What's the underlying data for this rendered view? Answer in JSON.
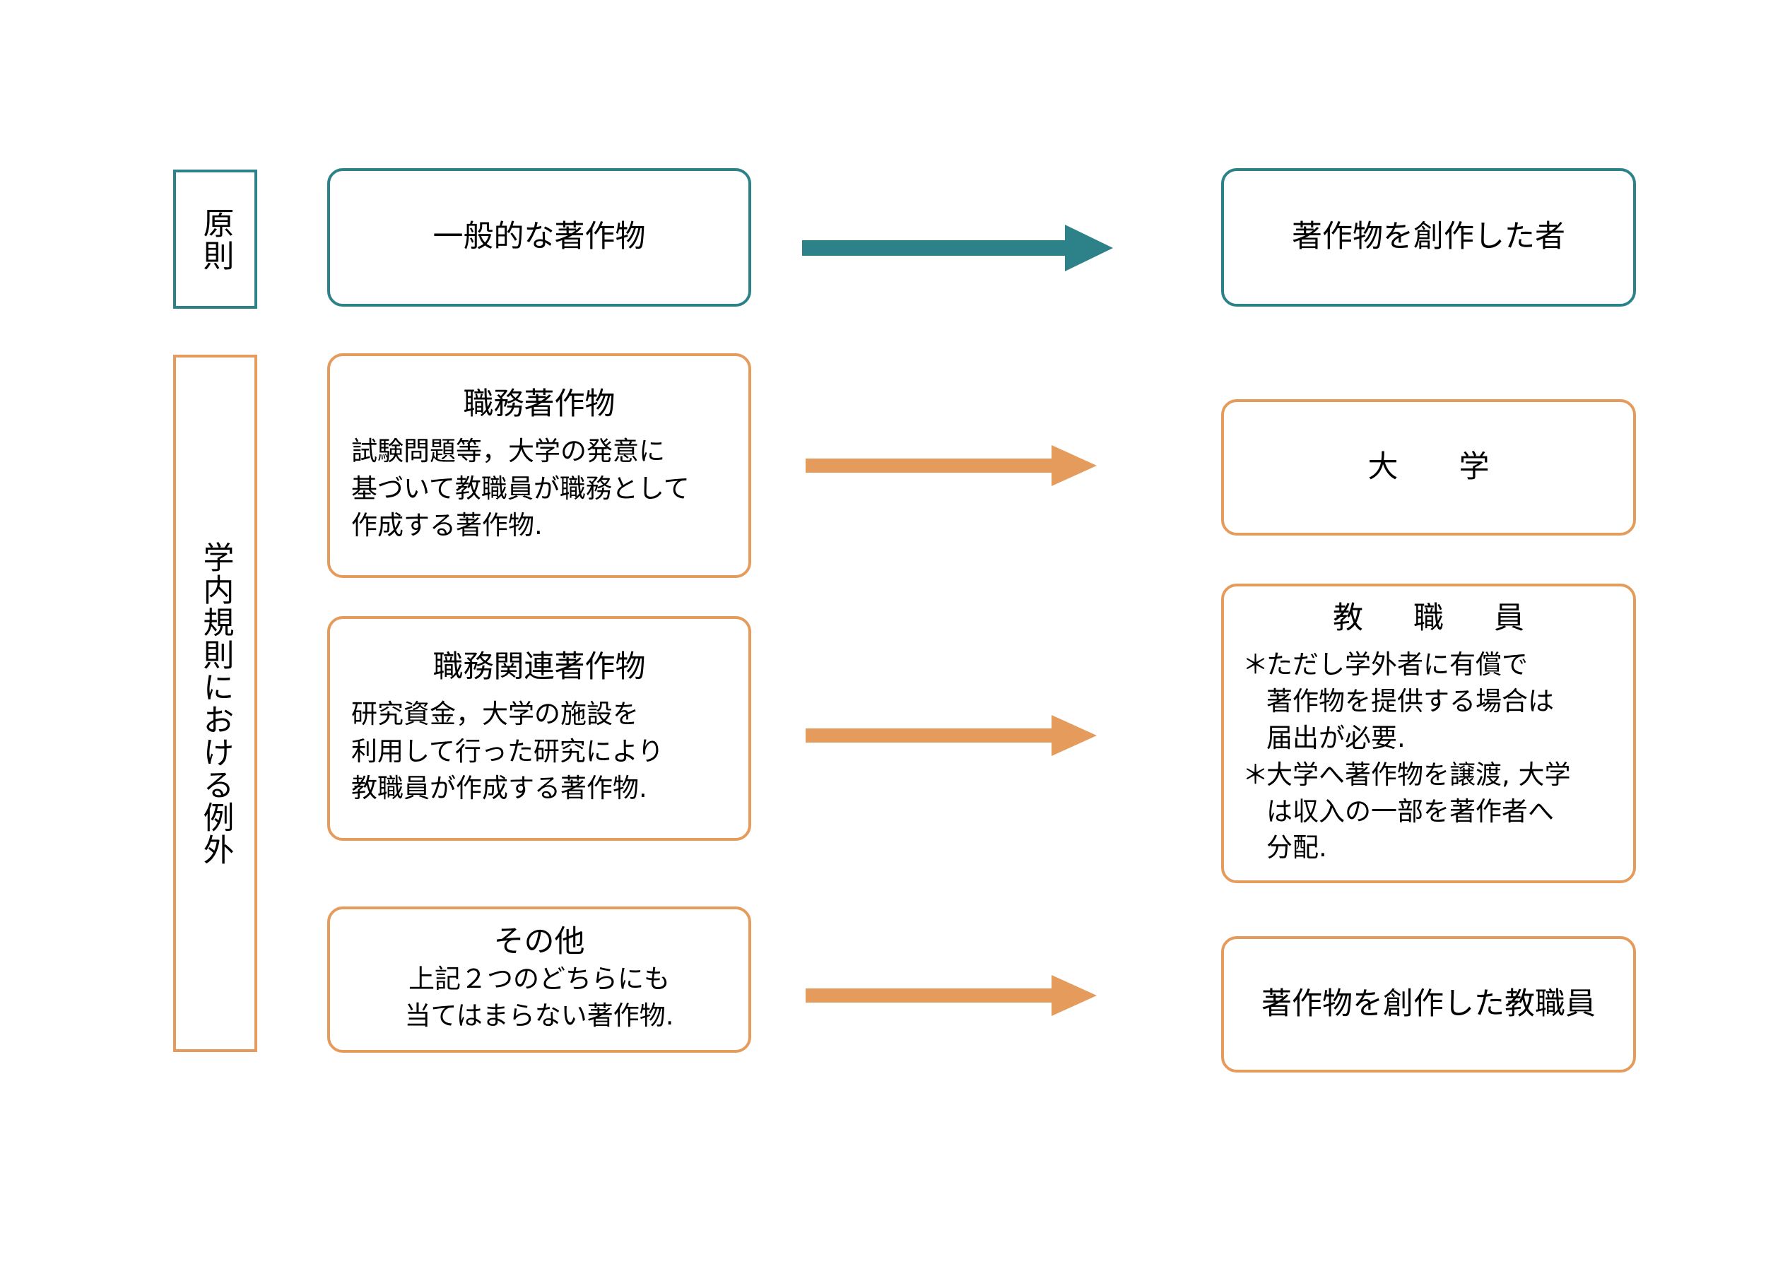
{
  "colors": {
    "teal": "#2D8189",
    "orange": "#E49B5B",
    "text": "#000000",
    "background": "#ffffff"
  },
  "categories": [
    {
      "key": "principle",
      "label": "原則",
      "color": "#2D8189"
    },
    {
      "key": "exception",
      "label": "学内規則における例外",
      "color": "#E49B5B"
    }
  ],
  "rows": [
    {
      "key": "general",
      "source": {
        "title": "一般的な著作物",
        "body": ""
      },
      "arrow": {
        "color": "#2D8189",
        "direction": "right"
      },
      "target": {
        "title": "著作物を創作した者",
        "body": ""
      }
    },
    {
      "key": "work-for-hire",
      "source": {
        "title": "職務著作物",
        "body": "試験問題等，大学の発意に\n基づいて教職員が職務として\n作成する著作物."
      },
      "arrow": {
        "color": "#E49B5B",
        "direction": "right"
      },
      "target": {
        "title": "大　　学",
        "body": ""
      }
    },
    {
      "key": "work-related",
      "source": {
        "title": "職務関連著作物",
        "body": "研究資金，大学の施設を\n利用して行った研究により\n教職員が作成する著作物."
      },
      "arrow": {
        "color": "#E49B5B",
        "direction": "right"
      },
      "target": {
        "title": "教　職　員",
        "bullets": [
          {
            "mark": "＊",
            "text": "ただし学外者に有償で\n著作物を提供する場合は\n届出が必要."
          },
          {
            "mark": "＊",
            "text": "大学へ著作物を譲渡, 大学\nは収入の一部を著作者へ\n分配."
          }
        ]
      }
    },
    {
      "key": "other",
      "source": {
        "title": "その他",
        "body": "上記２つのどちらにも\n当てはまらない著作物."
      },
      "arrow": {
        "color": "#E49B5B",
        "direction": "right"
      },
      "target": {
        "title": "著作物を創作した教職員",
        "body": ""
      }
    }
  ]
}
